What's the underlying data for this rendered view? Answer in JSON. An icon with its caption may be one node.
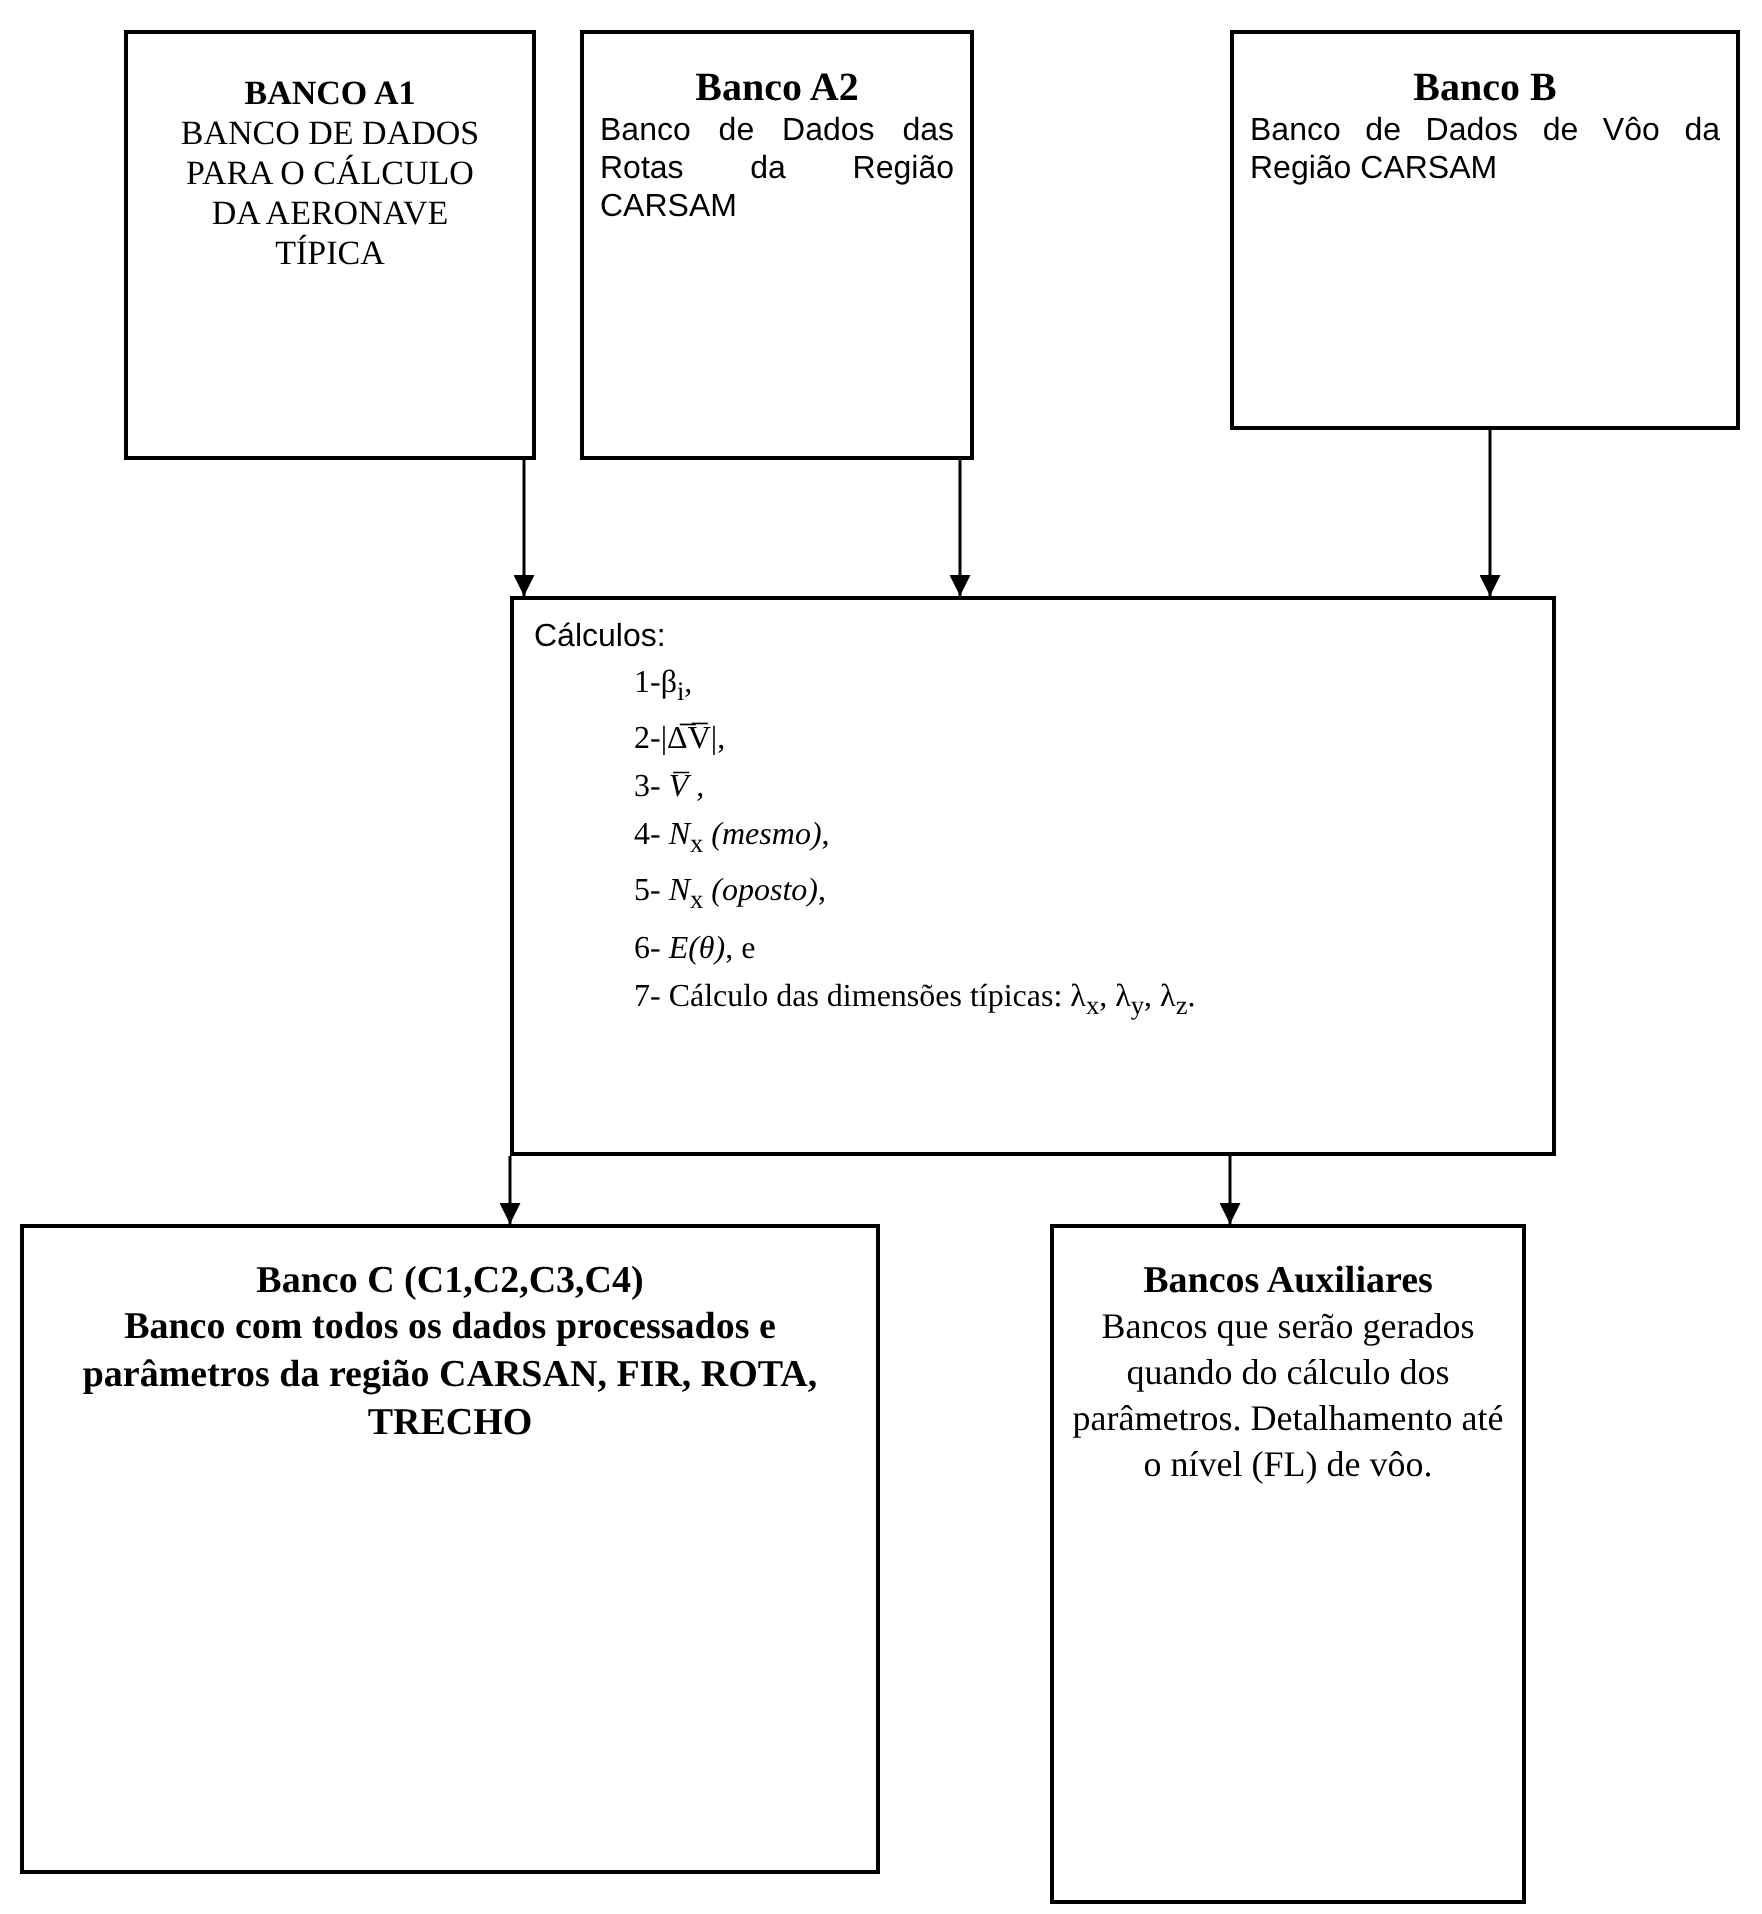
{
  "diagram": {
    "nodes": [
      {
        "text": [
          "BANCO A1",
          "BANCO DE DADOS PARA O CÁLCULO DA AERONAVE TÍPICA"
        ]
      },
      {
        "text": [
          "Banco A2",
          "Banco de Dados das Rotas da Região CARSAM"
        ]
      },
      {
        "text": [
          "Banco B",
          "Banco de Dados de Vôo da Região CARSAM"
        ]
      },
      {
        "text": [
          "Cálculos:",
          "1-β$_{i}$,",
          "2-|Δ̅V̅|,",
          "3- *V̅* ,",
          "4- *N*$_{x}$ *(mesmo)*,",
          "5- *N*$_{x}$ *(oposto)*,",
          "6- *E(θ)*, e",
          "7- Cálculo das dimensões típicas: λ$_{x}$, λ$_{y}$, λ$_{z}$."
        ]
      },
      {
        "text": [
          "Banco C (C1,C2,C3,C4)",
          "Banco com todos os dados processados e parâmetros da região CARSAN, FIR, ROTA, TRECHO"
        ]
      },
      {
        "text": [
          "Bancos Auxiliares",
          "Bancos que serão gerados quando do cálculo dos parâmetros. Detalhamento até o nível (FL) de vôo."
        ]
      }
    ],
    "edges": [
      {
        "from": 0,
        "to": 3,
        "arrow": "to"
      },
      {
        "from": 1,
        "to": 3,
        "arrow": "to"
      },
      {
        "from": 2,
        "to": 3,
        "arrow": "to"
      },
      {
        "from": 3,
        "to": 4,
        "arrow": "to"
      },
      {
        "from": 3,
        "to": 5,
        "arrow": "to"
      }
    ]
  }
}
